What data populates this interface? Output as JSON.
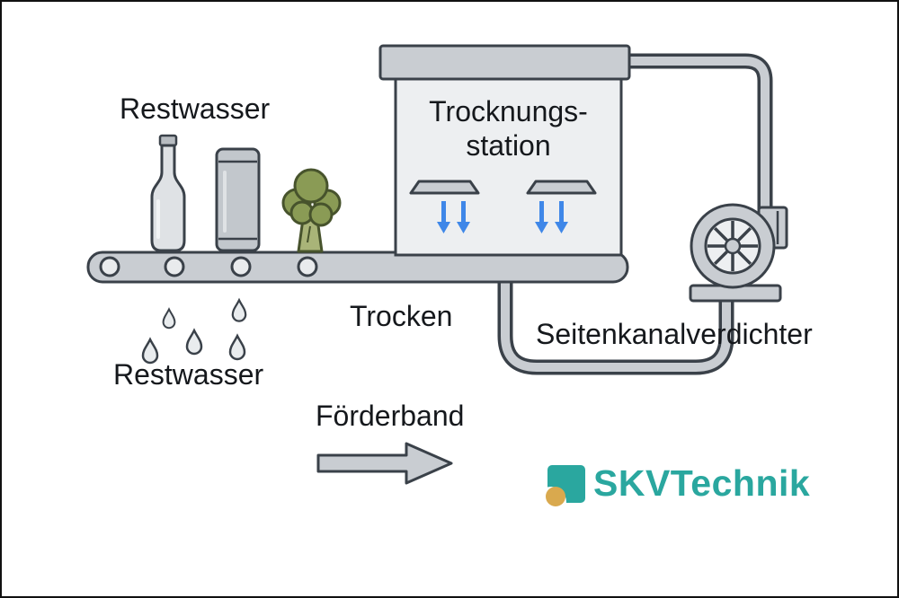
{
  "diagram": {
    "title_context": "Drying station with side channel blower process diagram",
    "labels": {
      "restwasser_top": "Restwasser",
      "restwasser_bottom": "Restwasser",
      "station_line1": "Trocknungs-",
      "station_line2": "station",
      "trocken": "Trocken",
      "seitenkanalverdichter": "Seitenkanalverdichter",
      "foerderband": "Förderband"
    },
    "brand": {
      "name": "SKVTechnik"
    },
    "colors": {
      "outline": "#3a4149",
      "machine_fill": "#c9cdd2",
      "panel_fill": "#edeff1",
      "airflow_blue": "#3f87e8",
      "broccoli_green": "#8a9b55",
      "broccoli_outline": "#47532c",
      "brand_teal": "#2aa79f",
      "brand_gold": "#d9a94e",
      "text": "#15181c"
    },
    "icons": {
      "bottle-icon": "glass bottle on conveyor",
      "can-icon": "metal can on conveyor",
      "broccoli-icon": "broccoli on conveyor",
      "water-drop-icon": "residual water droplets",
      "conveyor-belt": "belt with rollers",
      "drying-station": "drying cabinet with air nozzles",
      "airflow-arrow-icon": "blue downward air arrows",
      "side-channel-blower": "blower with impeller",
      "pipe": "air ducting pipes",
      "direction-arrow-icon": "conveyor direction arrow",
      "brand-logo-icon": "SKVTechnik logo mark"
    }
  }
}
